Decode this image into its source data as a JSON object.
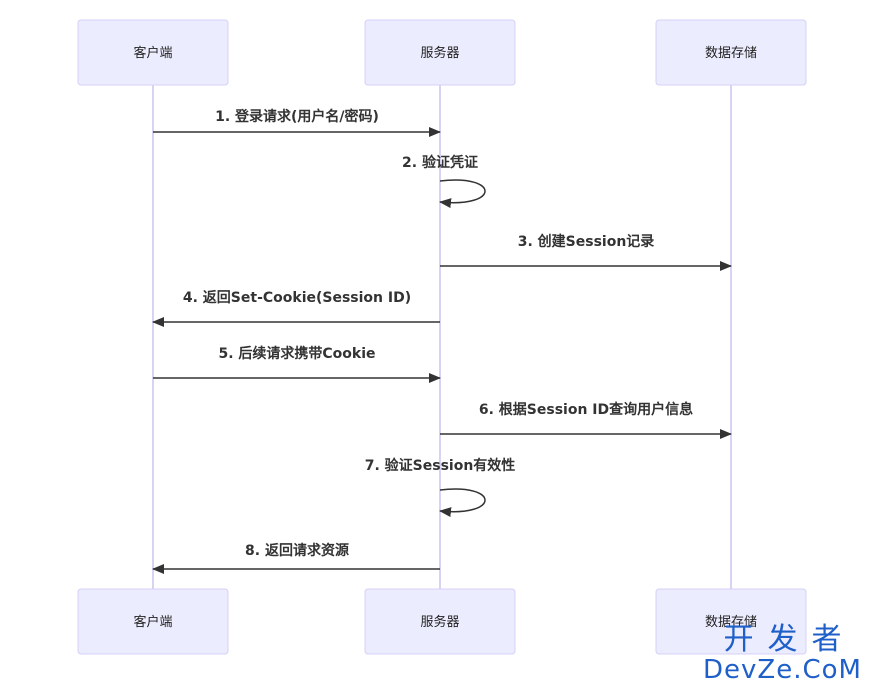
{
  "participants": [
    {
      "id": "client",
      "label": "客户端"
    },
    {
      "id": "server",
      "label": "服务器"
    },
    {
      "id": "store",
      "label": "数据存储"
    }
  ],
  "messages": [
    {
      "from": "client",
      "to": "server",
      "label": "1. 登录请求(用户名/密码)"
    },
    {
      "from": "server",
      "to": "server",
      "label": "2. 验证凭证"
    },
    {
      "from": "server",
      "to": "store",
      "label": "3. 创建Session记录"
    },
    {
      "from": "server",
      "to": "client",
      "label": "4. 返回Set-Cookie(Session ID)"
    },
    {
      "from": "client",
      "to": "server",
      "label": "5. 后续请求携带Cookie"
    },
    {
      "from": "server",
      "to": "store",
      "label": "6. 根据Session ID查询用户信息"
    },
    {
      "from": "server",
      "to": "server",
      "label": "7. 验证Session有效性"
    },
    {
      "from": "server",
      "to": "client",
      "label": "8. 返回请求资源"
    }
  ],
  "watermark": {
    "line1": "开发者",
    "line2": "DevZe.CoM"
  },
  "colors": {
    "actor_fill": "#ececff",
    "actor_border": "#d4d0f5",
    "lifeline": "#c9c6ee",
    "message": "#333333",
    "watermark": "#1f5fc8"
  }
}
